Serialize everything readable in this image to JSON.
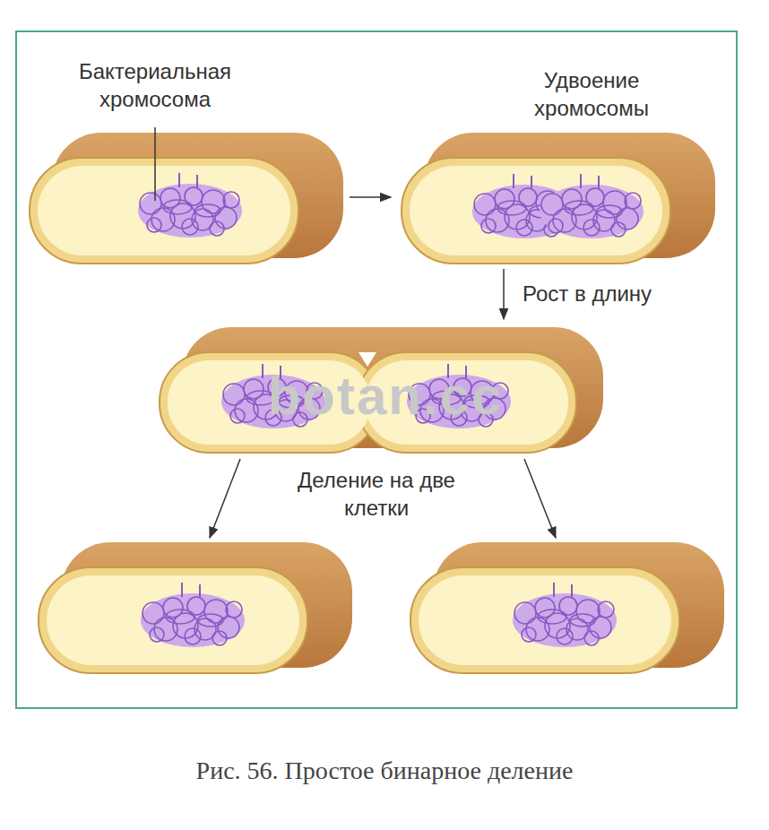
{
  "diagram": {
    "caption": "Рис. 56. Простое бинарное деление",
    "labels": [
      "Бактериальная хромосома",
      "Удвоение хромосомы",
      "Рост в длину",
      "Деление на две клетки",
      "botan.cc"
    ]
  }
}
